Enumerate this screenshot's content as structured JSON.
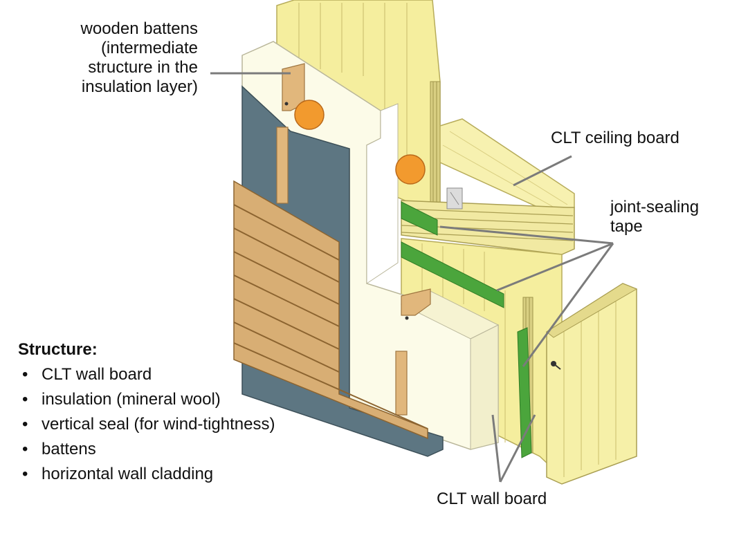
{
  "labels": {
    "battens": [
      "wooden battens",
      "(intermediate",
      "structure in the",
      "insulation layer)"
    ],
    "ceiling": "CLT ceiling board",
    "tape": [
      "joint-sealing",
      "tape"
    ],
    "wall": "CLT wall board"
  },
  "structure": {
    "heading": "Structure:",
    "bullet": "•",
    "items": [
      "CLT wall board",
      "insulation (mineral wool)",
      "vertical seal (for wind-tightness)",
      "battens",
      "horizontal wall cladding"
    ]
  },
  "colors": {
    "clt": "#f5ee9e",
    "clt_dark": "#ddd27a",
    "insulation": "#fcfbe8",
    "seal": "#5d7682",
    "batten": "#e1b77c",
    "cladding": "#d8ae74",
    "tape": "#4ba53c",
    "marker": "#f29a2e",
    "leader": "#7b7b7b"
  }
}
